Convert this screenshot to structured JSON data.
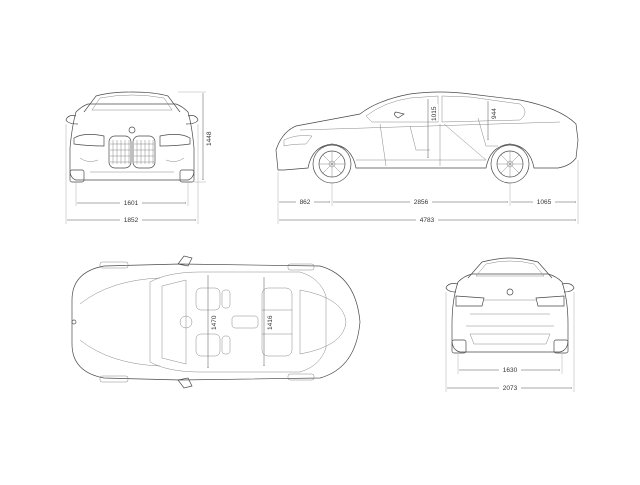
{
  "views": {
    "front": {
      "height": "1448",
      "track": "1601",
      "width": "1852"
    },
    "side": {
      "front_overhang": "862",
      "wheelbase": "2856",
      "rear_overhang": "1065",
      "length": "4783",
      "front_headroom": "1015",
      "rear_headroom": "944"
    },
    "top": {
      "front_shoulder": "1470",
      "rear_shoulder": "1416"
    },
    "rear": {
      "track": "1630",
      "mirror_width": "2073"
    }
  },
  "colors": {
    "line": "#4a4a4a",
    "background": "#ffffff"
  }
}
